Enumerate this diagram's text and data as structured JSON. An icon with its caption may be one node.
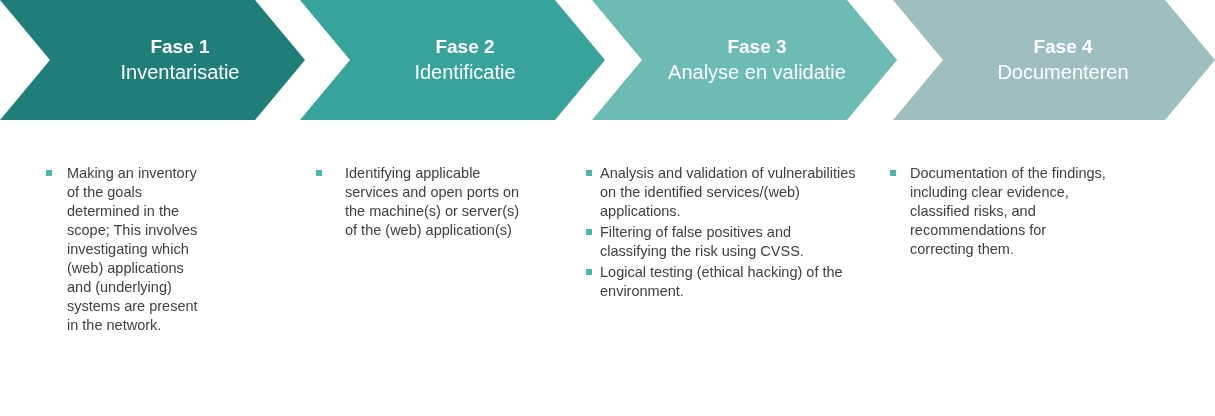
{
  "diagram": {
    "nodes": [
      {
        "text": [
          "Fase 1",
          "Inventarisatie"
        ]
      },
      {
        "text": [
          "Fase 2",
          "Identificatie"
        ]
      },
      {
        "text": [
          "Fase 3",
          "Analyse en validatie"
        ]
      },
      {
        "text": [
          "Fase 4",
          "Documenteren"
        ]
      }
    ],
    "labels": [
      "Making an inventory of the goals determined in the scope; This involves investigating which (web) applications and (underlying) systems are present in the network.",
      "Identifying applicable services and open ports on the machine(s) or server(s) of the (web) application(s)",
      "Analysis and validation of vulnerabilities on the identified services/(web) applications.",
      "Filtering of false positives and classifying the risk using CVSS.",
      "Logical testing (ethical hacking) of the environment.",
      "Documentation of the findings, including clear evidence, classified risks, and recommendations for correcting them."
    ]
  }
}
